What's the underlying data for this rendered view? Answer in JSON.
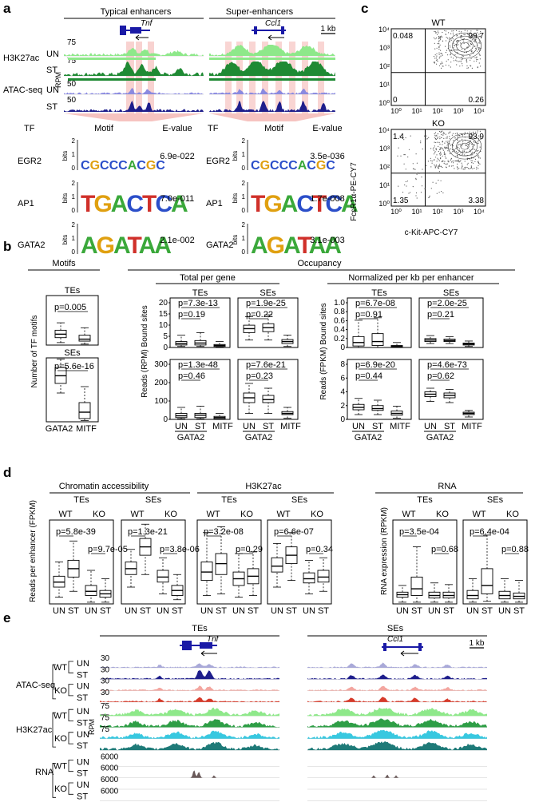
{
  "panels": {
    "a": {
      "label": "a",
      "col_titles": [
        "Typical enhancers",
        "Super-enhancers"
      ],
      "genes": [
        "Tnf",
        "Ccl1"
      ],
      "scale_bar": "1 kb",
      "track_labels": [
        "H3K27ac",
        "ATAC-seq"
      ],
      "conditions": [
        "UN",
        "ST",
        "UN",
        "ST"
      ],
      "track_scales": [
        "75",
        "75",
        "50",
        "50"
      ],
      "rpm": "RPM",
      "table_headers": [
        "TF",
        "Motif",
        "E-value"
      ],
      "bits": "bits",
      "axis_ticks": [
        "2",
        "1",
        "0"
      ],
      "motif_rows": [
        {
          "tf": "EGR2",
          "left_evalue": "6.9e-022",
          "right_evalue": "3.5e-036",
          "logo": "CGCCCACGC"
        },
        {
          "tf": "AP1",
          "left_evalue": "7.0e-011",
          "right_evalue": "1.7e-008",
          "logo": "TGACTCA"
        },
        {
          "tf": "GATA2",
          "left_evalue": "2.1e-002",
          "right_evalue": "3.1e-003",
          "logo": "AGATAA"
        }
      ]
    },
    "c": {
      "label": "c",
      "plots": [
        {
          "title": "WT",
          "q_ul": "0.048",
          "q_ur": "99.7",
          "q_ll": "0",
          "q_lr": "0.26"
        },
        {
          "title": "KO",
          "q_ul": "1.4",
          "q_ur": "93.9",
          "q_ll": "1.35",
          "q_lr": "3.38"
        }
      ],
      "y_ticks": [
        "10⁴",
        "10³",
        "10²",
        "10¹",
        "10⁰"
      ],
      "x_ticks": [
        "10⁰",
        "10¹",
        "10²",
        "10³",
        "10⁴"
      ],
      "ylabel": "FcεR1α-PE-CY7",
      "xlabel": "c-Kit-APC-CY7"
    },
    "b": {
      "label": "b",
      "motifs_header": "Motifs",
      "occupancy_header": "Occupancy",
      "total_header": "Total per gene",
      "normalized_header": "Normalized per kb per enhancer",
      "motifs_ylabel": "Number of TF motifs",
      "total_ylabel": "Reads (RPM) Bound sites",
      "norm_ylabel": "Reads (FPKM) Bound sites",
      "group_labels": {
        "tes": "TEs",
        "ses": "SEs"
      },
      "cond_labels": {
        "un": "UN",
        "st": "ST",
        "mitf": "MITF",
        "gata2": "GATA2"
      },
      "motifs_tes": {
        "pvalues": [
          "p=0.005"
        ],
        "ticks": []
      },
      "motifs_ses": {
        "pvalues": [
          "p=5.6e-16"
        ],
        "ticks": []
      },
      "total_tes": {
        "pvalues": [
          "p=7.3e-13",
          "p=0.19"
        ],
        "ticks": [
          "20",
          "15",
          "10",
          "5",
          "0"
        ]
      },
      "total_ses": {
        "pvalues": [
          "p=1.9e-25",
          "p=0.22"
        ],
        "ticks": []
      },
      "total2_tes": {
        "pvalues": [
          "p=1.3e-48",
          "p=0.46"
        ],
        "ticks": [
          "300",
          "200",
          "100",
          "0"
        ]
      },
      "total2_ses": {
        "pvalues": [
          "p=7.6e-21",
          "p=0.23"
        ],
        "ticks": []
      },
      "norm_tes": {
        "pvalues": [
          "p=6.7e-08",
          "p=0.91"
        ],
        "ticks": [
          "1.0",
          "0.8",
          "0.6",
          "0.4",
          "0.2",
          "0"
        ]
      },
      "norm_ses": {
        "pvalues": [
          "p=2.0e-25",
          "p=0.21"
        ],
        "ticks": []
      },
      "norm2_tes": {
        "pvalues": [
          "p=6.9e-20",
          "p=0.44"
        ],
        "ticks": [
          "8",
          "6",
          "4",
          "2",
          "0"
        ]
      },
      "norm2_ses": {
        "pvalues": [
          "p=4.6e-73",
          "p=0.62"
        ],
        "ticks": []
      }
    },
    "d": {
      "label": "d",
      "headers": [
        "Chromatin accessibility",
        "H3K27ac",
        "RNA"
      ],
      "group_labels": [
        "TEs",
        "SEs"
      ],
      "genotypes": [
        "WT",
        "KO"
      ],
      "conds": [
        "UN",
        "ST",
        "UN",
        "ST"
      ],
      "ylabel_left": "Reads per enhancer (FPKM)",
      "ylabel_right": "RNA expression (RPKM)",
      "boxes": [
        {
          "p1": "p=5.8e-39",
          "p2": "p=9.7e-05"
        },
        {
          "p1": "p=1.3e-21",
          "p2": "p=3.8e-06"
        },
        {
          "p1": "p=3.2e-08",
          "p2": "p=0.29"
        },
        {
          "p1": "p=6.6e-07",
          "p2": "p=0.34"
        },
        {
          "p1": "p=3.5e-04",
          "p2": "p=0.68"
        },
        {
          "p1": "p=6.4e-04",
          "p2": "p=0.88"
        }
      ]
    },
    "e": {
      "label": "e",
      "col_titles": [
        "TEs",
        "SEs"
      ],
      "genes": [
        "Tnf",
        "Ccl1"
      ],
      "scale_bar": "1 kb",
      "assays": [
        "ATAC-seq",
        "H3K27ac",
        "RNA"
      ],
      "genotypes": [
        "WT",
        "KO"
      ],
      "conds": [
        "UN",
        "ST"
      ],
      "rpm": "RPM",
      "tracks": [
        {
          "scale": "30",
          "color": "#a9a9d8"
        },
        {
          "scale": "30",
          "color": "#1e1e8c"
        },
        {
          "scale": "30",
          "color": "#f3a6a0"
        },
        {
          "scale": "30",
          "color": "#d63a2a"
        },
        {
          "scale": "75",
          "color": "#8ee88a"
        },
        {
          "scale": "75",
          "color": "#2e9e46"
        },
        {
          "scale": "75",
          "color": "#38c8e0"
        },
        {
          "scale": "",
          "color": "#1e7a78"
        },
        {
          "scale": "6000",
          "color": "#9a9a9a"
        },
        {
          "scale": "6000",
          "color": "#6a5a5a"
        },
        {
          "scale": "6000",
          "color": "#9a9a9a"
        },
        {
          "scale": "6000",
          "color": "#9a9a9a"
        }
      ]
    }
  }
}
